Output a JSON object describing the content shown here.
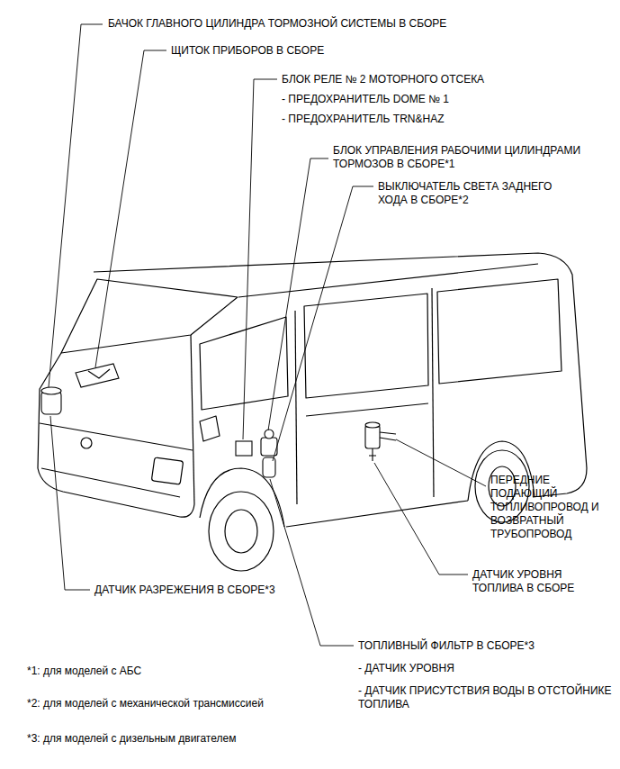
{
  "diagram": {
    "labels": [
      "БАЧОК ГЛАВНОГО ЦИЛИНДРА ТОРМОЗНОЙ СИСТЕМЫ В СБОРЕ",
      "ЩИТОК ПРИБОРОВ В СБОРЕ",
      "БЛОК РЕЛЕ № 2 МОТОРНОГО ОТСЕКА",
      "- ПРЕДОХРАНИТЕЛЬ DOME № 1",
      "- ПРЕДОХРАНИТЕЛЬ TRN&HAZ",
      "БЛОК УПРАВЛЕНИЯ РАБОЧИМИ ЦИЛИНДРАМИ ТОРМОЗОВ В СБОРЕ*1",
      "ВЫКЛЮЧАТЕЛЬ СВЕТА ЗАДНЕГО ХОДА В СБОРЕ*2",
      "ПЕРЕДНИЕ ПОДАЮЩИЙ ТОПЛИВОПРОВОД И ВОЗВРАТНЫЙ ТРУБОПРОВОД",
      "ДАТЧИК УРОВНЯ ТОПЛИВА В СБОРЕ",
      "ДАТЧИК РАЗРЕЖЕНИЯ В СБОРЕ*3",
      "ТОПЛИВНЫЙ ФИЛЬТР В СБОРЕ*3",
      "- ДАТЧИК УРОВНЯ",
      "- ДАТЧИК ПРИСУТСТВИЯ ВОДЫ В ОТСТОЙНИКЕ ТОПЛИВА",
      "*1: для моделей с АБС",
      "*2: для моделей с механической трансмиссией",
      "*3: для моделей с дизельным двигателем"
    ]
  }
}
